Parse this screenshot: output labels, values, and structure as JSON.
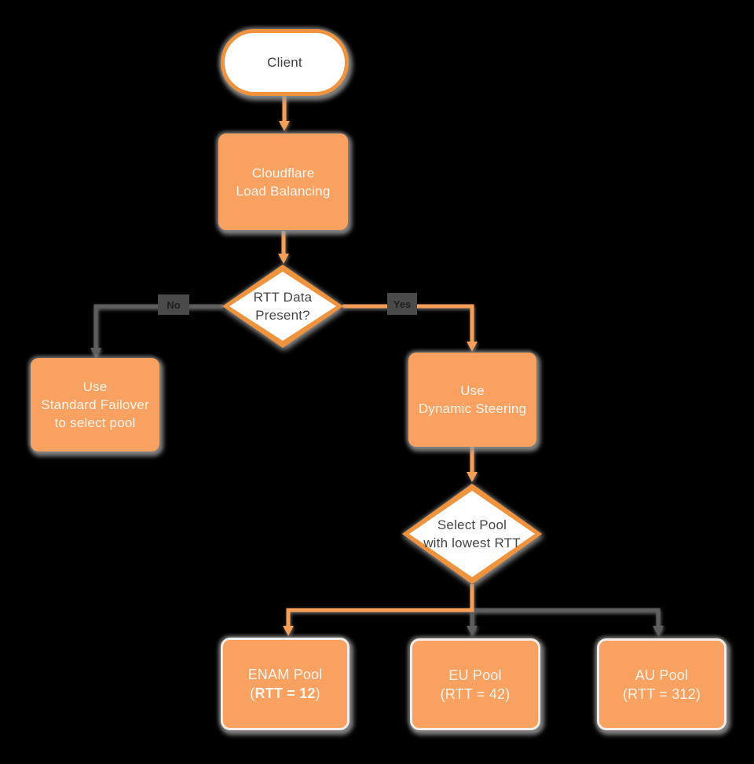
{
  "diagram": {
    "background": "#000000",
    "colors": {
      "orange_fill": "#F9A160",
      "orange_border": "#F0933F",
      "connector_orange": "#F79E58",
      "connector_gray": "#5E5E5E",
      "shape_white": "#FFFFFF",
      "text_on_orange": "#FCF5ED",
      "text_on_white": "#454545",
      "shadow_gray": "#999999",
      "edge_label_bg": "#4A4A4A"
    },
    "nodes": {
      "client": {
        "label": "Client"
      },
      "load_balancer": {
        "line1": "Cloudflare",
        "line2": "Load Balancing"
      },
      "rtt_decision": {
        "line1": "RTT Data",
        "line2": "Present?"
      },
      "standard_failover": {
        "line1": "Use",
        "line2": "Standard Failover",
        "line3": "to select pool"
      },
      "dynamic_steering": {
        "line1": "Use",
        "line2": "Dynamic Steering"
      },
      "select_pool": {
        "line1": "Select Pool",
        "line2": "with lowest RTT"
      },
      "enam_pool": {
        "line1": "ENAM Pool",
        "line2_open": "(",
        "line2_bold": "RTT = 12",
        "line2_close": ")"
      },
      "eu_pool": {
        "line1": "EU Pool",
        "line2": "(RTT = 42)"
      },
      "au_pool": {
        "line1": "AU Pool",
        "line2": "(RTT = 312)"
      }
    },
    "edge_labels": {
      "no": "No",
      "yes": "Yes"
    }
  }
}
